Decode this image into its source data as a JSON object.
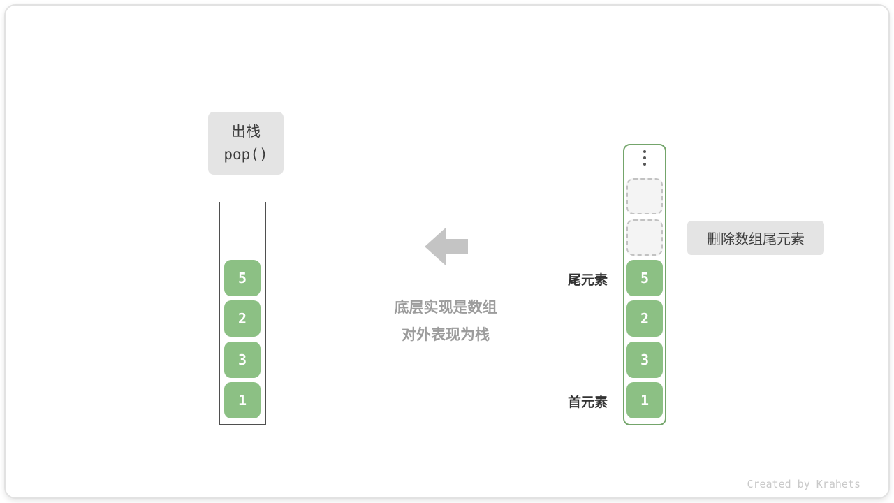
{
  "pop_box": {
    "line1": "出栈",
    "line2": "pop()"
  },
  "left_stack": {
    "values": [
      "5",
      "2",
      "3",
      "1"
    ]
  },
  "right_array": {
    "values": [
      "5",
      "2",
      "3",
      "1"
    ],
    "empty_slot_count": 2
  },
  "labels": {
    "tail": "尾元素",
    "head": "首元素",
    "note": "删除数组尾元素"
  },
  "center_caption": {
    "line1": "底层实现是数组",
    "line2": "对外表现为栈"
  },
  "footer": {
    "credit": "Created by Krahets"
  },
  "icons": {
    "arrow": "left-arrow-icon",
    "ellipsis": "vertical-ellipsis-icon"
  },
  "colors": {
    "cell_green": "#8cc084",
    "array_border_green": "#74a56b",
    "label_box_gray": "#e4e4e4",
    "arrow_gray": "#c4c4c4",
    "caption_gray": "#9c9c9c",
    "dark_text": "#3c3c3c"
  }
}
